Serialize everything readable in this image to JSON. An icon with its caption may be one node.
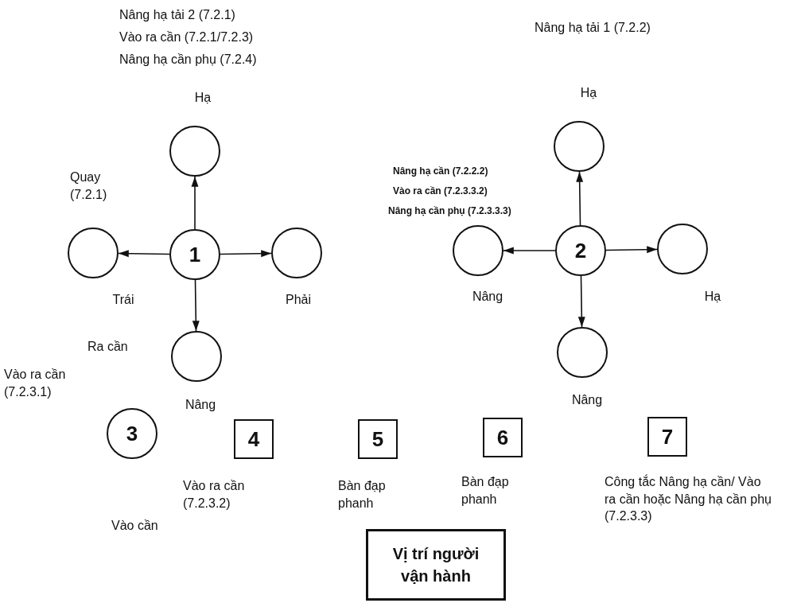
{
  "diagram": {
    "nodes": [
      {
        "text": [
          "1"
        ]
      },
      {
        "text": [],
        "shape": "circle",
        "beside": [
          "Hạ"
        ]
      },
      {
        "text": [],
        "shape": "circle",
        "beside": [
          "Trái"
        ]
      },
      {
        "text": [],
        "shape": "circle",
        "beside": [
          "Phải"
        ]
      },
      {
        "text": [],
        "shape": "circle",
        "beside": [
          "Nâng"
        ]
      },
      {
        "text": [
          "2"
        ]
      },
      {
        "text": [],
        "shape": "circle",
        "beside": [
          "Hạ"
        ]
      },
      {
        "text": [],
        "shape": "circle",
        "beside": [
          "Nâng"
        ]
      },
      {
        "text": [],
        "shape": "circle",
        "beside": [
          "Hạ"
        ]
      },
      {
        "text": [],
        "shape": "circle",
        "beside": [
          "Nâng"
        ]
      },
      {
        "text": [
          "3"
        ],
        "beside": [
          "Ra cần",
          "Vào ra cần (7.2.3.1)"
        ]
      },
      {
        "text": [
          "4"
        ],
        "beside": [
          "Vào ra cần (7.2.3.2)"
        ]
      },
      {
        "text": [
          "5"
        ],
        "beside": [
          "Bàn đạp phanh"
        ]
      },
      {
        "text": [
          "6"
        ],
        "beside": [
          "Bàn đạp phanh"
        ]
      },
      {
        "text": [
          "7"
        ],
        "beside": [
          "Công tắc Nâng hạ cần/ Vào ra cần hoặc Nâng hạ cần phụ (7.2.3.3)"
        ]
      },
      {
        "text": [
          "Vị trí người vận hành"
        ]
      }
    ],
    "edges": [
      {
        "from": 0,
        "to": 1,
        "arrow": "to"
      },
      {
        "from": 0,
        "to": 2,
        "arrow": "to"
      },
      {
        "from": 0,
        "to": 3,
        "arrow": "to"
      },
      {
        "from": 0,
        "to": 4,
        "arrow": "to"
      },
      {
        "from": 5,
        "to": 6,
        "arrow": "to"
      },
      {
        "from": 5,
        "to": 7,
        "arrow": "to"
      },
      {
        "from": 5,
        "to": 8,
        "arrow": "to"
      },
      {
        "from": 5,
        "to": 9,
        "arrow": "to"
      }
    ],
    "labels": [
      "Nâng hạ tải 2 (7.2.1)",
      "Vào ra cần (7.2.1/7.2.3)",
      "Nâng hạ cần phụ (7.2.4)",
      "Nâng hạ tải 1 (7.2.2)",
      "Quay (7.2.1)",
      "Nâng hạ cần (7.2.2.2)",
      "Vào ra cần (7.2.3.3.2)",
      "Nâng hạ cần phụ (7.2.3.3.3)",
      "Vào cần"
    ]
  }
}
